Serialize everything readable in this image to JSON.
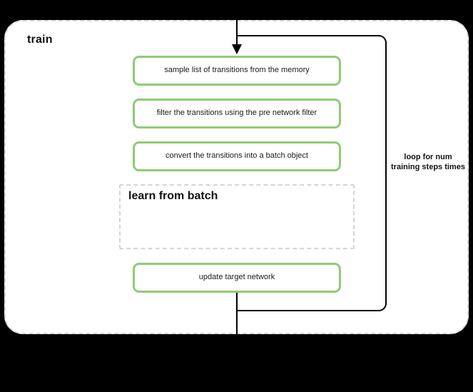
{
  "diagram": {
    "background_color": "#000000",
    "canvas_color": "#ffffff",
    "accent_color": "#8fcb76",
    "dashed_border_color": "#d8d8d8",
    "line_color": "#000000",
    "title": "train",
    "steps": [
      {
        "id": "sample",
        "label": "sample list of transitions from the memory"
      },
      {
        "id": "filter",
        "label": "filter the transitions using the pre network filter"
      },
      {
        "id": "convert",
        "label": "convert the transitions into a batch object"
      },
      {
        "id": "update",
        "label": "update target network"
      }
    ],
    "subscope": {
      "id": "learn-from-batch",
      "label": "learn from batch",
      "style": "dashed"
    },
    "loop": {
      "label": "loop for num training steps times",
      "line1": "loop for num",
      "line2": "training steps",
      "line3": "times"
    }
  }
}
